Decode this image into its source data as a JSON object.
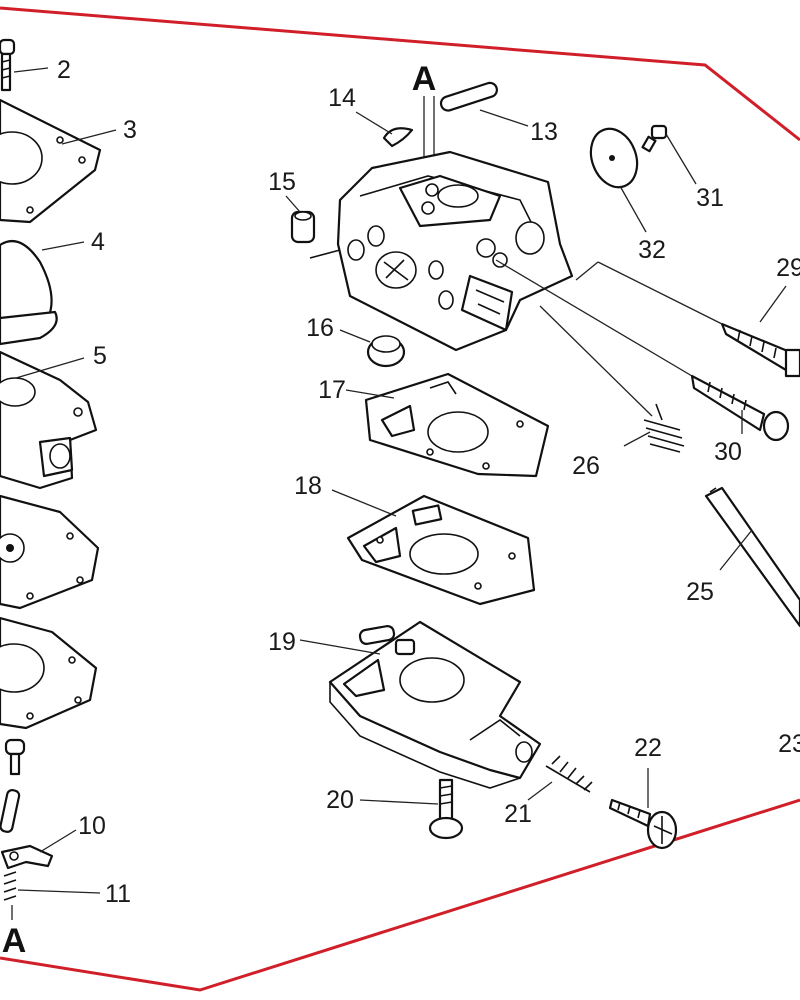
{
  "diagram": {
    "border_color": "#d11f2a",
    "section_markers": [
      "A",
      "A"
    ],
    "callouts": {
      "p2": "2",
      "p3": "3",
      "p4": "4",
      "p5": "5",
      "p10": "10",
      "p11": "11",
      "p13": "13",
      "p14": "14",
      "p15": "15",
      "p16": "16",
      "p17": "17",
      "p18": "18",
      "p19": "19",
      "p20": "20",
      "p21": "21",
      "p22": "22",
      "p23": "23",
      "p25": "25",
      "p26": "26",
      "p29": "29",
      "p30": "30",
      "p31": "31",
      "p32": "32"
    }
  }
}
